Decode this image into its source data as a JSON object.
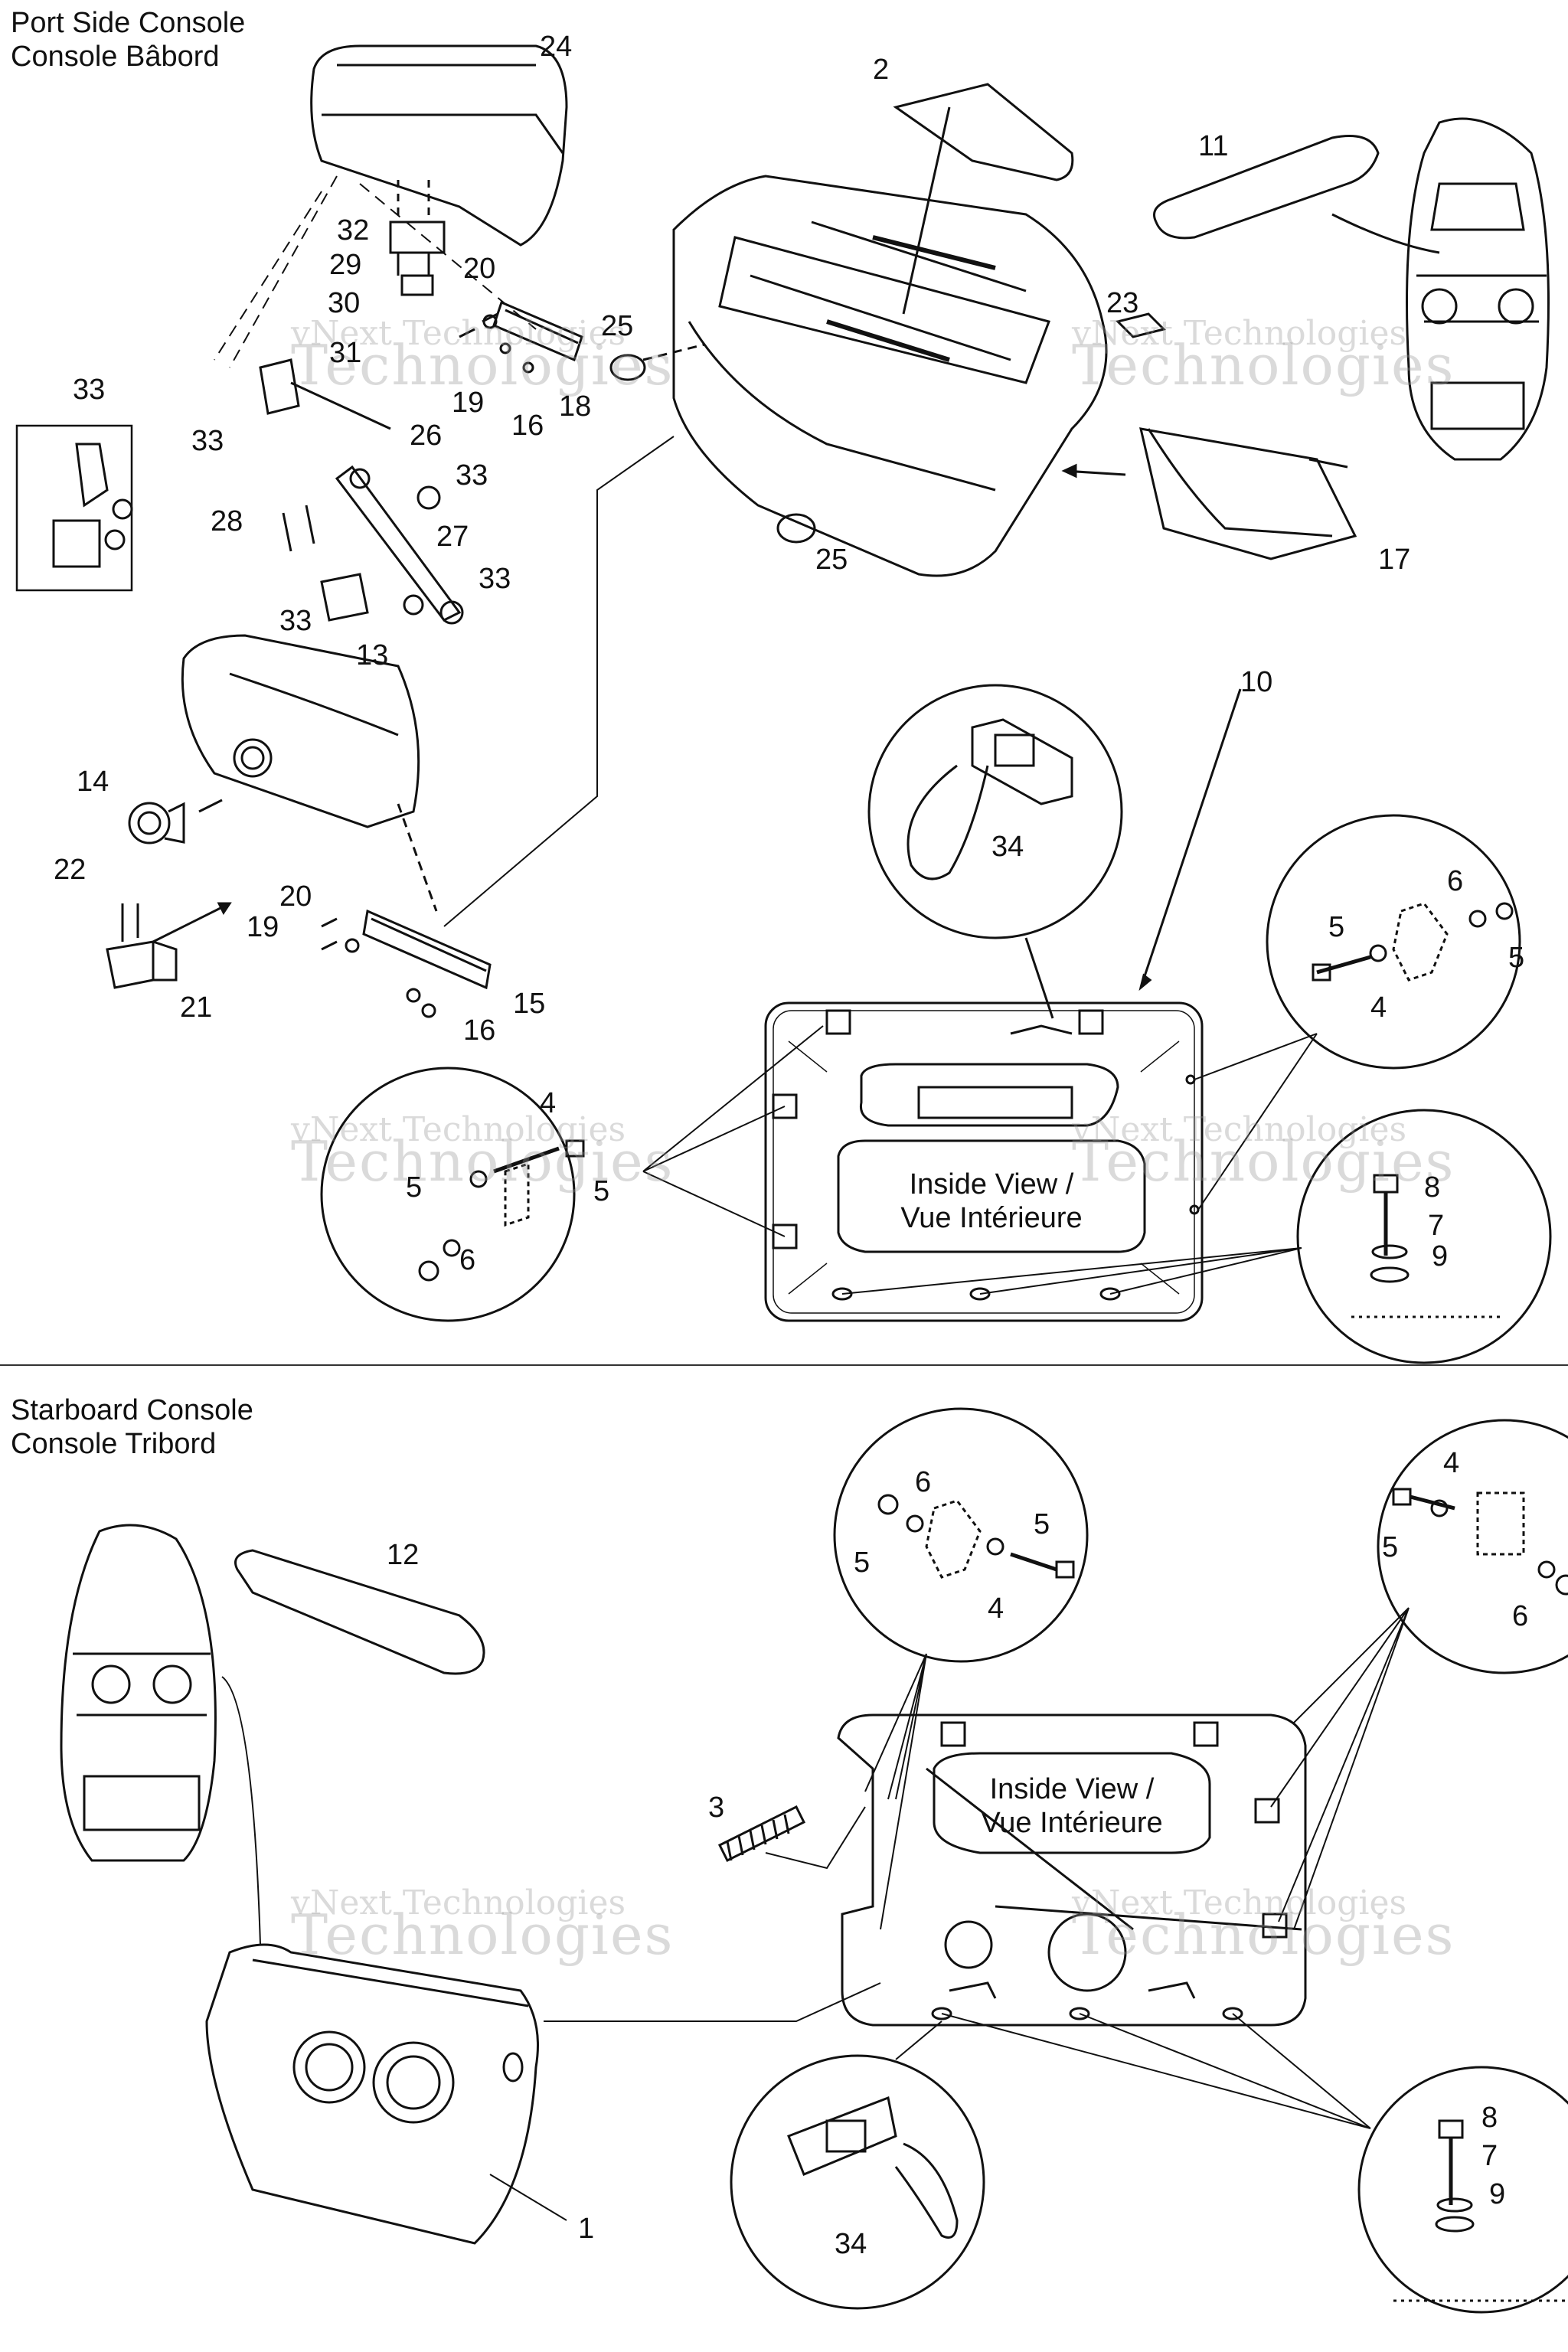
{
  "sections": {
    "port": {
      "title_en": "Port Side Console",
      "title_fr": "Console Bâbord"
    },
    "starboard": {
      "title_en": "Starboard Console",
      "title_fr": "Console Tribord"
    }
  },
  "inside_view": {
    "line1": "Inside View /",
    "line2": "Vue Intérieure"
  },
  "watermark": {
    "line1": "vNext Technologies",
    "line2": "Technologies"
  },
  "callouts": {
    "port": [
      "24",
      "2",
      "11",
      "23",
      "17",
      "25",
      "25",
      "32",
      "29",
      "30",
      "31",
      "20",
      "19",
      "18",
      "16",
      "33",
      "33",
      "26",
      "33",
      "28",
      "27",
      "33",
      "33",
      "10",
      "13",
      "14",
      "22",
      "21",
      "20",
      "19",
      "15",
      "16",
      "34",
      "6",
      "5",
      "5",
      "4",
      "4",
      "5",
      "5",
      "6",
      "8",
      "7",
      "9"
    ],
    "starboard": [
      "12",
      "6",
      "5",
      "5",
      "4",
      "4",
      "5",
      "6",
      "3",
      "1",
      "8",
      "7",
      "9",
      "34"
    ]
  }
}
